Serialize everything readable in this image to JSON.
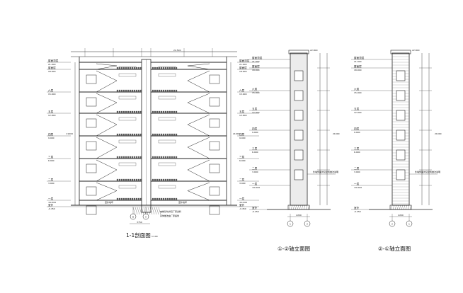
{
  "drawings": {
    "section": {
      "title": "1-1剖面图",
      "scale": "1:100",
      "axis_left": "B",
      "axis_right": "A",
      "axis_dim": "3750",
      "left_floor_labels": [
        "屋面顶层",
        "屋面层",
        "六层",
        "五层",
        "四层",
        "三层",
        "二层",
        "一层",
        "室外"
      ],
      "right_floor_labels": [
        "屋面顶层",
        "屋面层",
        "六层",
        "五层",
        "四层",
        "三层",
        "二层",
        "一层",
        "室外"
      ],
      "elevations": [
        "21.000",
        "18.900",
        "15.900",
        "12.900",
        "9.900",
        "6.900",
        "3.900",
        "±0.000",
        "-0.450"
      ],
      "top_elev": "22.500",
      "total_height": "21000",
      "notes": [
        "电梯基坑详见厂家资料",
        "具体做法由厂家提供"
      ],
      "ground_label": "室外地坪"
    },
    "elev1": {
      "title": "①-②轴立面图",
      "axis_left": "1",
      "axis_right": "2",
      "axis_dim": "2200",
      "floor_labels": [
        "屋面顶层",
        "屋面层",
        "六层",
        "五层",
        "四层",
        "三层",
        "二层",
        "一层",
        "室外"
      ],
      "elevations": [
        "21.000",
        "18.900",
        "15.900",
        "12.900",
        "9.900",
        "6.900",
        "3.900",
        "±0.000",
        "-0.450"
      ],
      "top_elev": "22.800",
      "total_height": "21000",
      "note": "外墙饰面详见建筑做法说明"
    },
    "elev2": {
      "title": "②-①轴立面图",
      "axis_left": "2",
      "axis_right": "1",
      "axis_dim": "2200",
      "floor_labels": [
        "屋面顶层",
        "屋面层",
        "六层",
        "五层",
        "四层",
        "三层",
        "二层",
        "一层",
        "室外"
      ],
      "elevations": [
        "21.000",
        "18.900",
        "15.900",
        "12.900",
        "9.900",
        "6.900",
        "3.900",
        "±0.000",
        "-0.450"
      ],
      "top_elev": "22.800",
      "total_height": "21000",
      "note": "外墙饰面详见建筑做法说明"
    }
  },
  "colors": {
    "line": "#222222",
    "fill_dark": "#333333",
    "hatch": "#666666",
    "bg": "#ffffff"
  }
}
